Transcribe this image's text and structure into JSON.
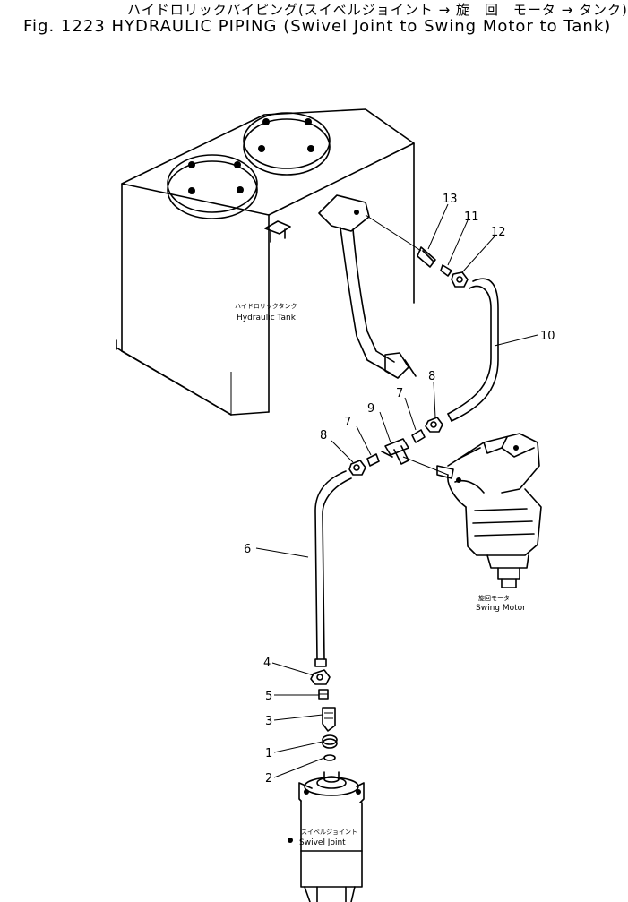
{
  "title": {
    "jp": "ハイドロリックパイピング(スイベルジョイント → 旋　回　モータ → タンク)",
    "en": "Fig. 1223 HYDRAULIC PIPING (Swivel Joint to Swing Motor to Tank)"
  },
  "components": {
    "tank_jp": "ハイドロリックタンク",
    "tank_en": "Hydraulic Tank",
    "motor_jp": "旋回モータ",
    "motor_en": "Swing Motor",
    "swivel_jp": "スイベルジョイント",
    "swivel_en": "Swivel Joint"
  },
  "callouts": [
    "13",
    "11",
    "12",
    "10",
    "8",
    "7",
    "9",
    "8",
    "7",
    "6",
    "4",
    "5",
    "3",
    "1",
    "2"
  ]
}
